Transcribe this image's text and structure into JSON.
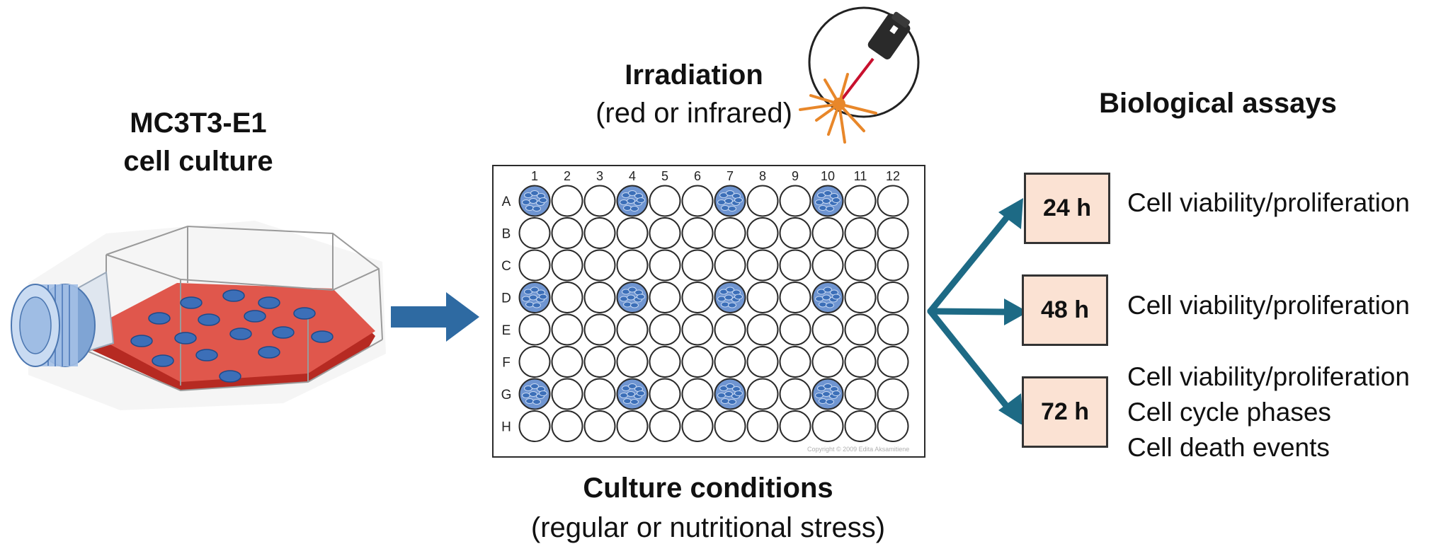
{
  "flask": {
    "title_line1": "MC3T3-E1",
    "title_line2": "cell culture"
  },
  "irradiation": {
    "title": "Irradiation",
    "subtitle": "(red or infrared)"
  },
  "plate": {
    "columns": [
      "1",
      "2",
      "3",
      "4",
      "5",
      "6",
      "7",
      "8",
      "9",
      "10",
      "11",
      "12"
    ],
    "rows": [
      "A",
      "B",
      "C",
      "D",
      "E",
      "F",
      "G",
      "H"
    ],
    "seeded_rows": [
      "A",
      "D",
      "G"
    ],
    "seeded_columns": [
      "1",
      "4",
      "7",
      "10"
    ],
    "copyright": "Copyright © 2009 Edita Aksamitiene"
  },
  "culture": {
    "title": "Culture conditions",
    "subtitle": "(regular or nutritional stress)"
  },
  "assays": {
    "title": "Biological assays",
    "timepoints": [
      {
        "label": "24 h",
        "items": [
          "Cell viability/proliferation"
        ]
      },
      {
        "label": "48 h",
        "items": [
          "Cell viability/proliferation"
        ]
      },
      {
        "label": "72 h",
        "items": [
          "Cell viability/proliferation",
          "Cell cycle phases",
          "Cell death events"
        ]
      }
    ]
  },
  "colors": {
    "arrow_blue": "#2e6aa2",
    "branch_teal": "#1d6a85",
    "box_fill": "#fbe2d3",
    "laser_red": "#c8102e",
    "burst_orange": "#e8872a",
    "medium_red": "#d9413a",
    "cell_blue": "#3c6fb8"
  }
}
